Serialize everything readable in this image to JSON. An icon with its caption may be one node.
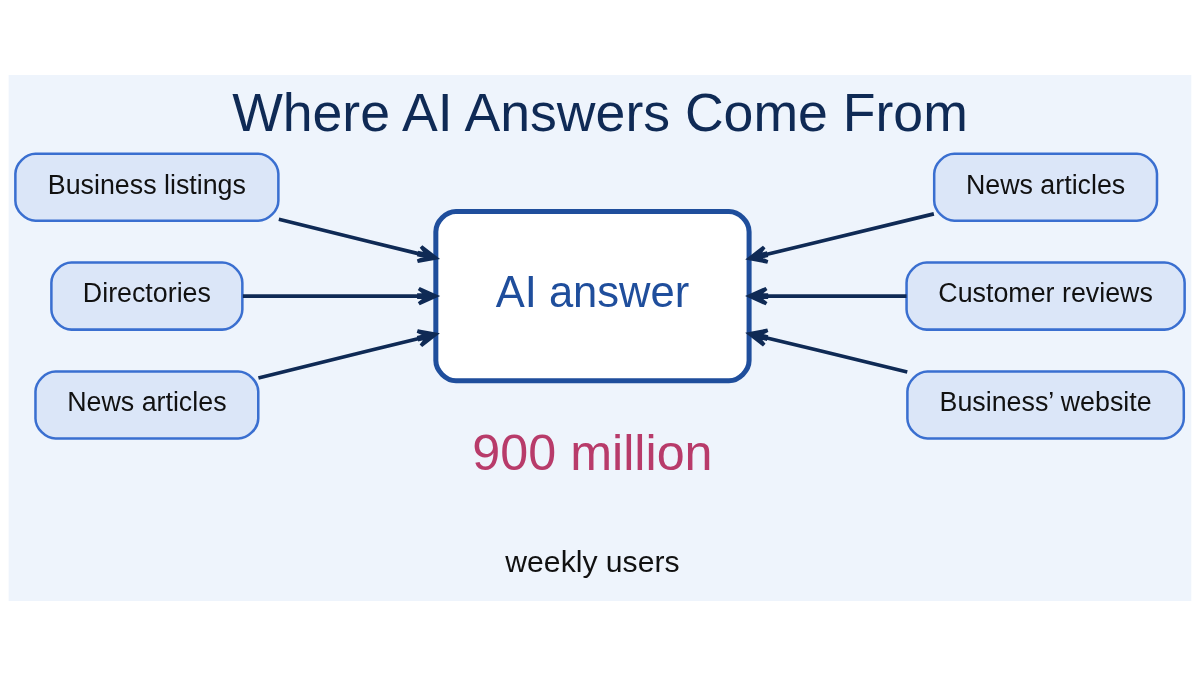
{
  "diagram": {
    "title": "Where AI Answers Come From",
    "nodes": [
      {
        "text": [
          "Business listings"
        ]
      },
      {
        "text": [
          "Directories"
        ]
      },
      {
        "text": [
          "News articles"
        ]
      },
      {
        "text": [
          "AI answer"
        ]
      },
      {
        "text": [
          "News articles"
        ]
      },
      {
        "text": [
          "Customer reviews"
        ]
      },
      {
        "text": [
          "Business’ website"
        ]
      }
    ],
    "edges": [
      {
        "from": 0,
        "to": 3,
        "arrow": "to"
      },
      {
        "from": 1,
        "to": 3,
        "arrow": "to"
      },
      {
        "from": 2,
        "to": 3,
        "arrow": "to"
      },
      {
        "from": 4,
        "to": 3,
        "arrow": "to"
      },
      {
        "from": 5,
        "to": 3,
        "arrow": "to"
      },
      {
        "from": 6,
        "to": 3,
        "arrow": "to"
      }
    ],
    "labels": [
      "900 million",
      "weekly users"
    ]
  }
}
